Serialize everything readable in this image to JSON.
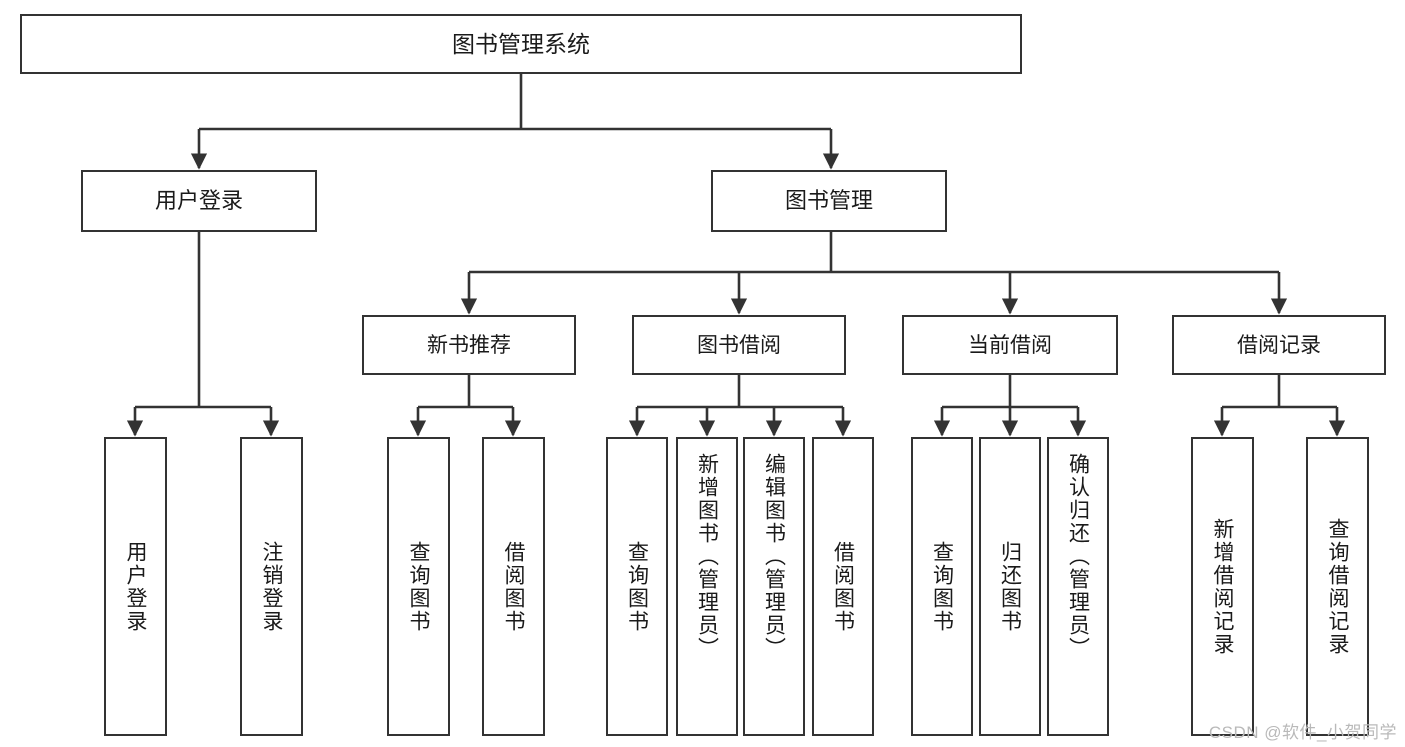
{
  "diagram": {
    "type": "tree",
    "title": "图书管理系统",
    "root": {
      "id": "root",
      "label": "图书管理系统"
    },
    "level2": [
      {
        "id": "user-login",
        "label": "用户登录"
      },
      {
        "id": "book-manage",
        "label": "图书管理"
      }
    ],
    "level3": [
      {
        "id": "new-book-rec",
        "label": "新书推荐",
        "parent": "book-manage"
      },
      {
        "id": "book-borrow",
        "label": "图书借阅",
        "parent": "book-manage"
      },
      {
        "id": "current-borrow",
        "label": "当前借阅",
        "parent": "book-manage"
      },
      {
        "id": "borrow-record",
        "label": "借阅记录",
        "parent": "book-manage"
      }
    ],
    "leaves": [
      {
        "id": "leaf-user-login",
        "label": "用户登录",
        "parent": "user-login"
      },
      {
        "id": "leaf-logout",
        "label": "注销登录",
        "parent": "user-login"
      },
      {
        "id": "leaf-query-book-1",
        "label": "查询图书",
        "parent": "new-book-rec"
      },
      {
        "id": "leaf-borrow-book-1",
        "label": "借阅图书",
        "parent": "new-book-rec"
      },
      {
        "id": "leaf-query-book-2",
        "label": "查询图书",
        "parent": "book-borrow"
      },
      {
        "id": "leaf-add-book",
        "label": "新增图书（管理员）",
        "parent": "book-borrow"
      },
      {
        "id": "leaf-edit-book",
        "label": "编辑图书（管理员）",
        "parent": "book-borrow"
      },
      {
        "id": "leaf-borrow-book-2",
        "label": "借阅图书",
        "parent": "book-borrow"
      },
      {
        "id": "leaf-query-book-3",
        "label": "查询图书",
        "parent": "current-borrow"
      },
      {
        "id": "leaf-return-book",
        "label": "归还图书",
        "parent": "current-borrow"
      },
      {
        "id": "leaf-confirm-return",
        "label": "确认归还（管理员）",
        "parent": "current-borrow"
      },
      {
        "id": "leaf-add-record",
        "label": "新增借阅记录",
        "parent": "borrow-record"
      },
      {
        "id": "leaf-query-record",
        "label": "查询借阅记录",
        "parent": "borrow-record"
      }
    ],
    "colors": {
      "border": "#333333",
      "fill": "#ffffff",
      "text": "#1a1a1a",
      "watermark": "#b9b9b9"
    }
  },
  "watermark": {
    "text": "CSDN @软件_小贺同学"
  }
}
